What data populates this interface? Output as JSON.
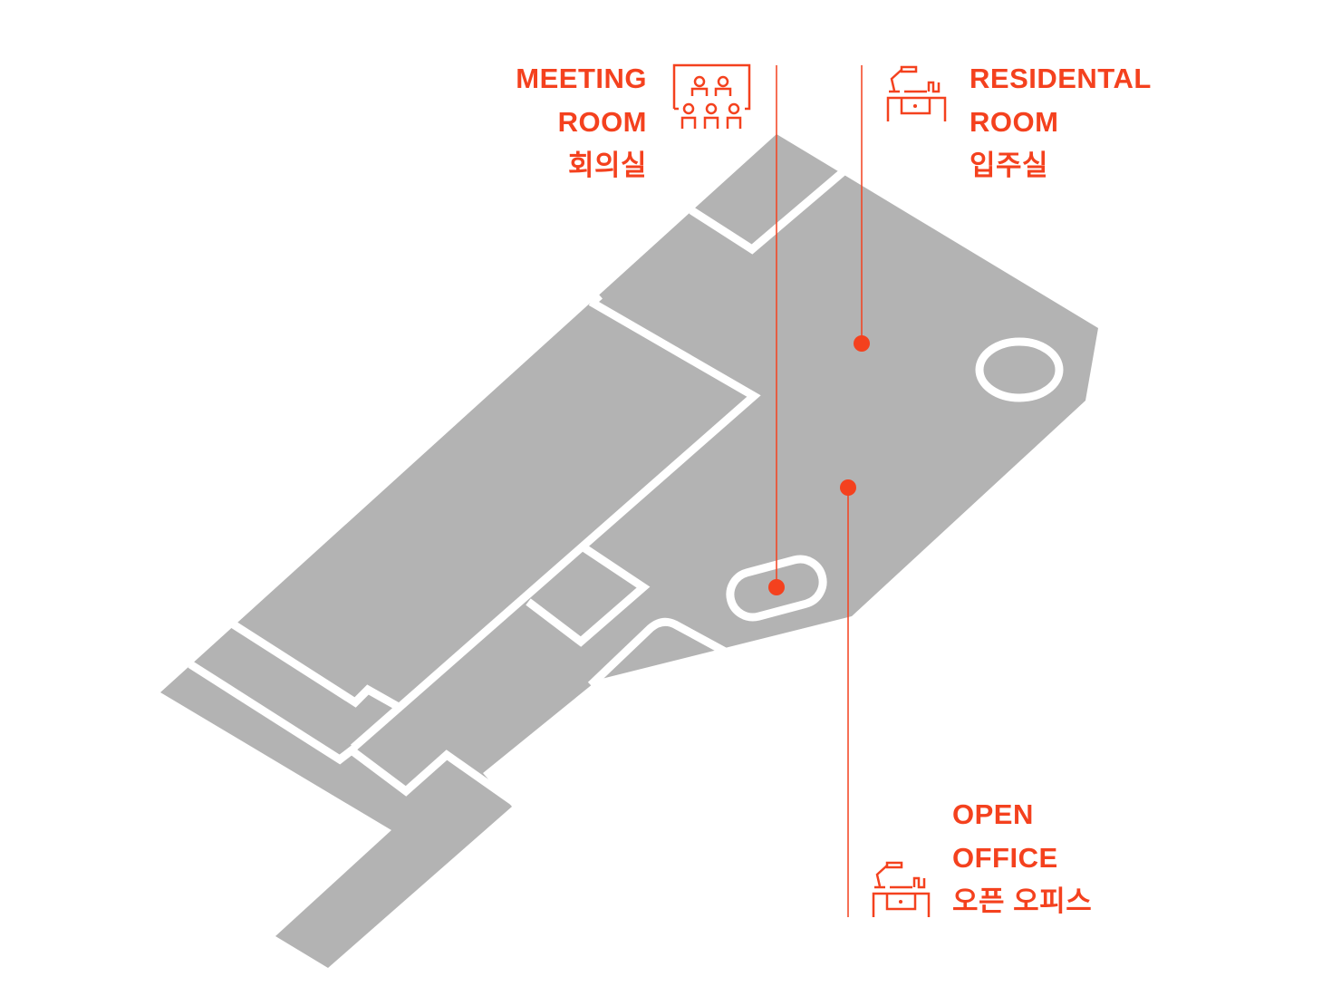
{
  "colors": {
    "accent": "#f4411e",
    "floor": "#b3b3b3",
    "wall": "#ffffff"
  },
  "labels": {
    "meeting": {
      "line1": "MEETING",
      "line2": "ROOM",
      "line3": "회의실",
      "icon": "meeting-room-icon"
    },
    "residental": {
      "line1": "RESIDENTAL",
      "line2": "ROOM",
      "line3": "입주실",
      "icon": "desk-lamp-icon"
    },
    "open_office": {
      "line1": "OPEN",
      "line2": "OFFICE",
      "line3": "오픈 오피스",
      "icon": "desk-lamp-icon"
    }
  }
}
